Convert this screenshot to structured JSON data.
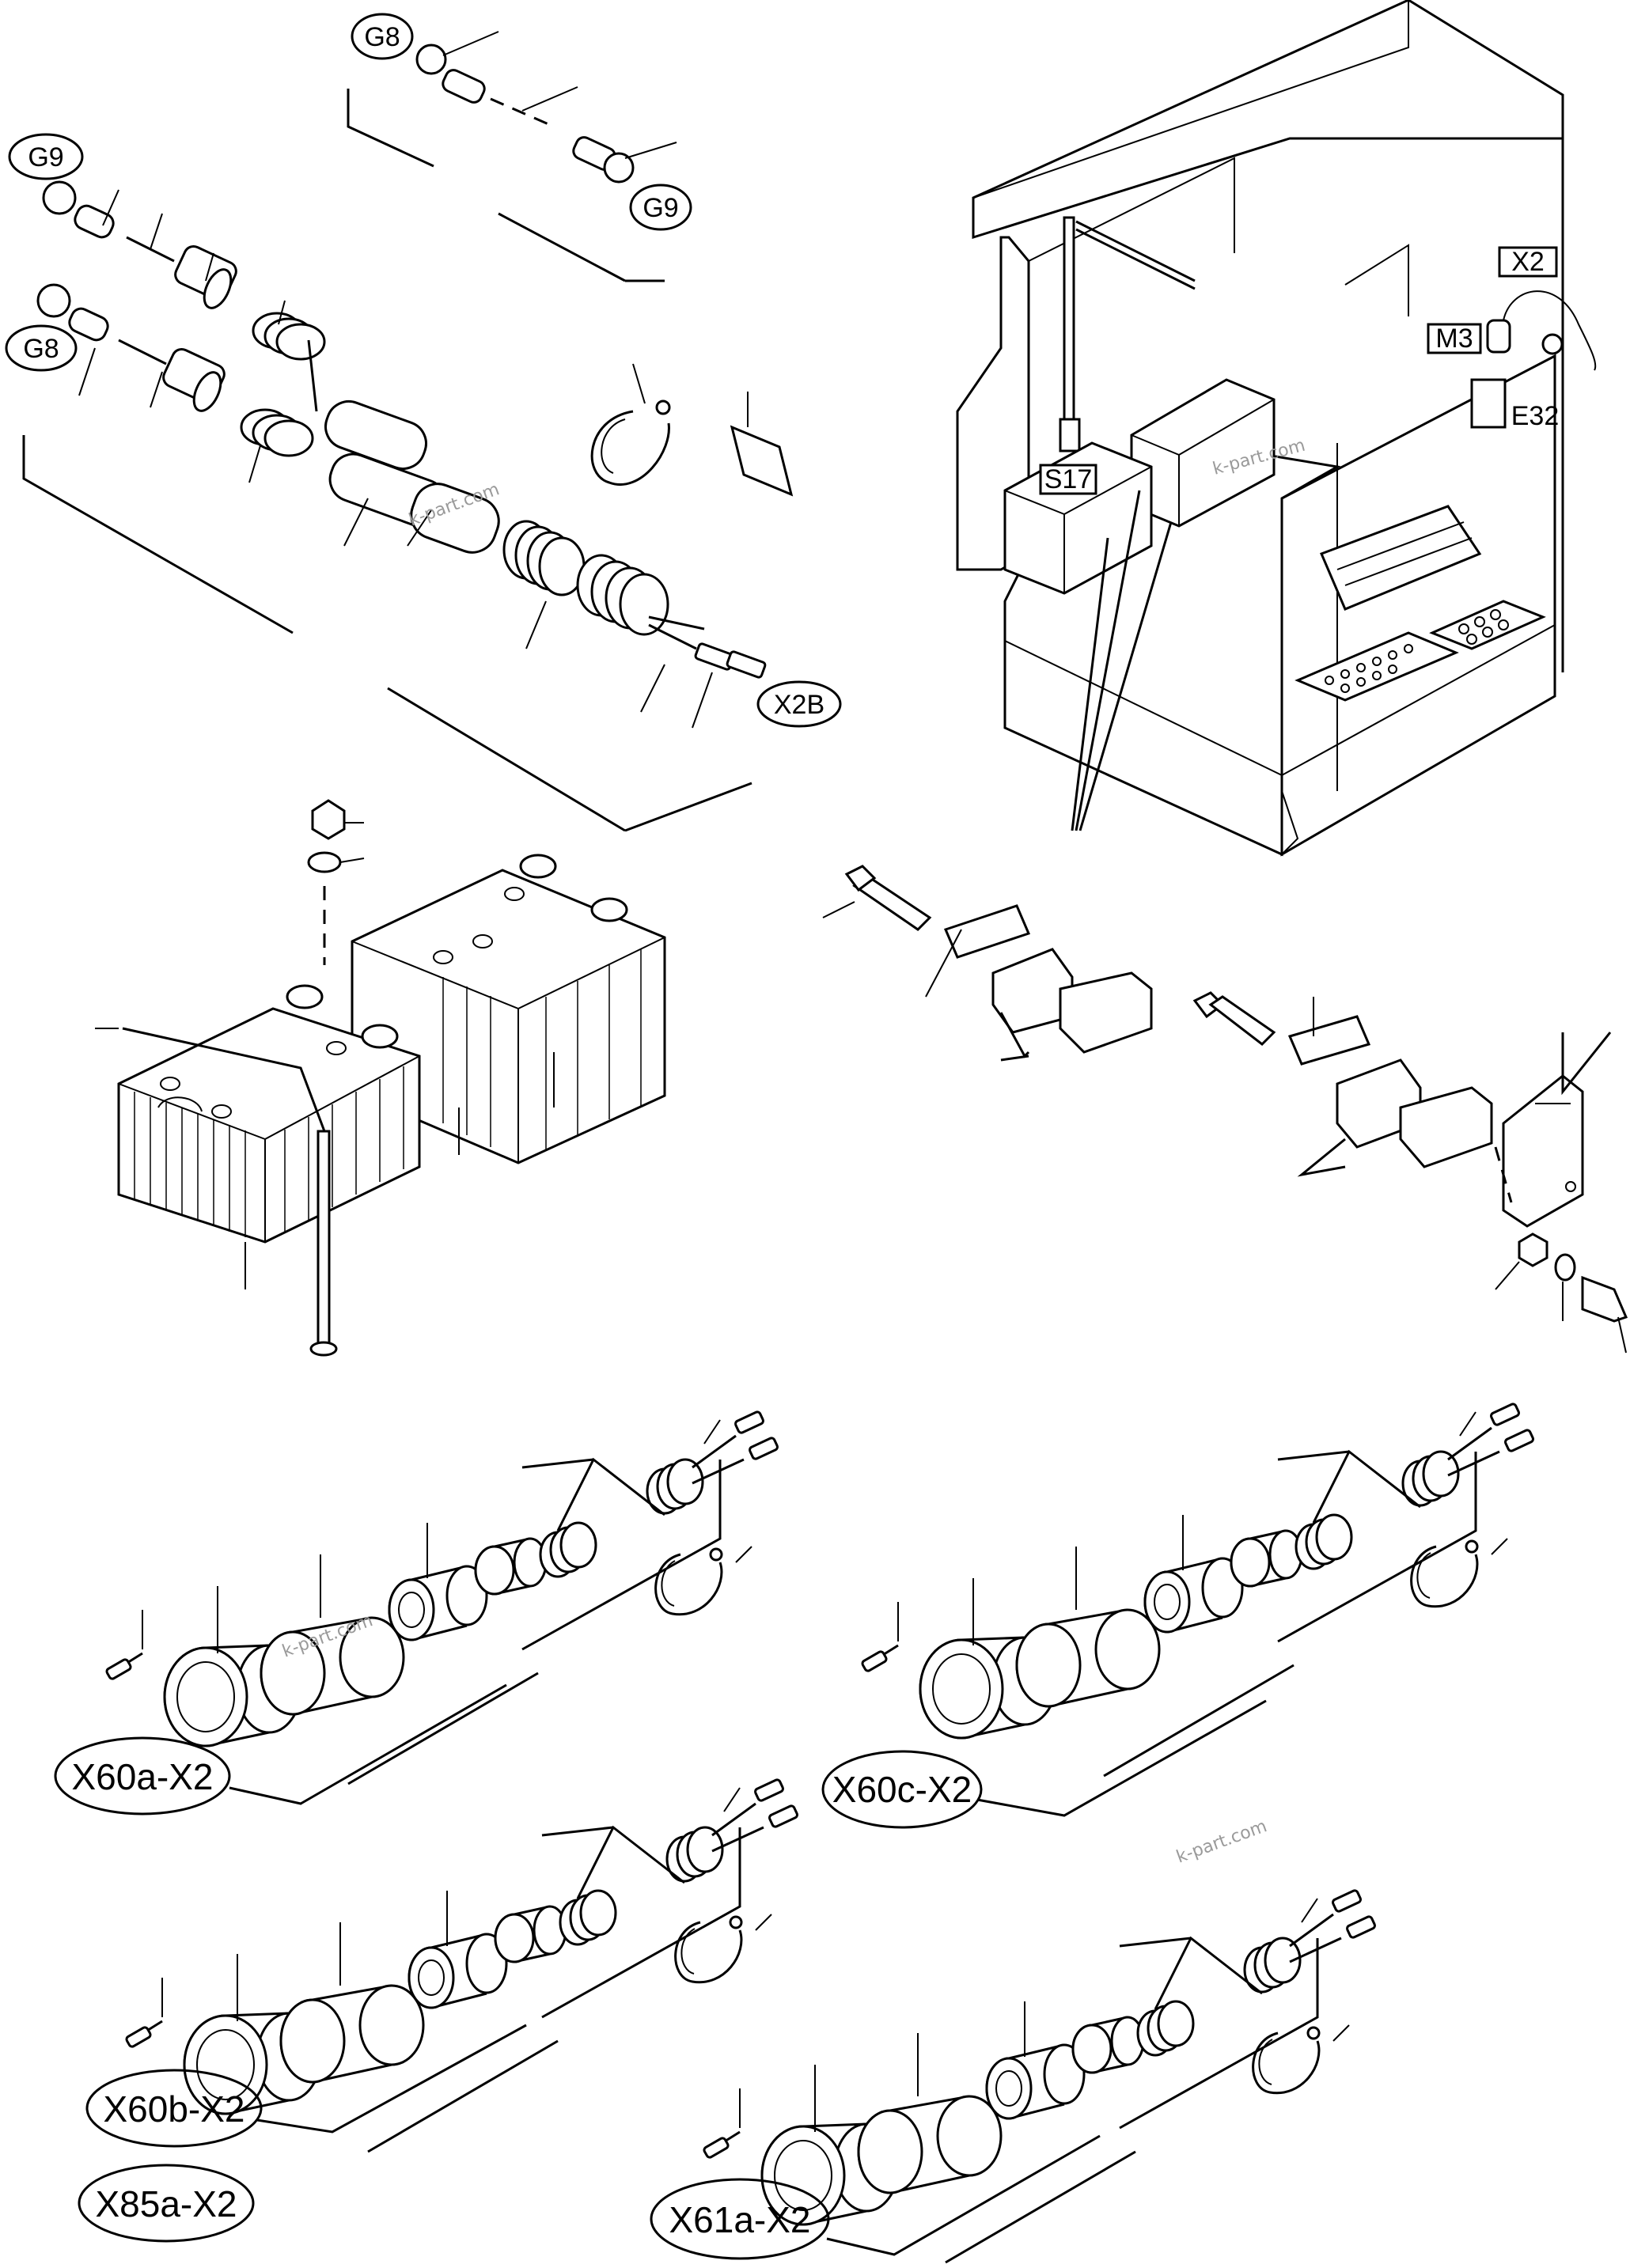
{
  "labels": {
    "g8_top": "G8",
    "g9_top_right": "G9",
    "g9_left": "G9",
    "g8_left": "G8",
    "x2b": "X2B",
    "x2": "X2",
    "m3": "M3",
    "e32": "E32",
    "s17": "S17",
    "x60a": "X60a-X2",
    "x60c": "X60c-X2",
    "x60b": "X60b-X2",
    "x85a": "X85a-X2",
    "x61a": "X61a-X2"
  },
  "watermarks": [
    "k-part.com",
    "k-part.com",
    "k-part.com",
    "k-part.com"
  ]
}
